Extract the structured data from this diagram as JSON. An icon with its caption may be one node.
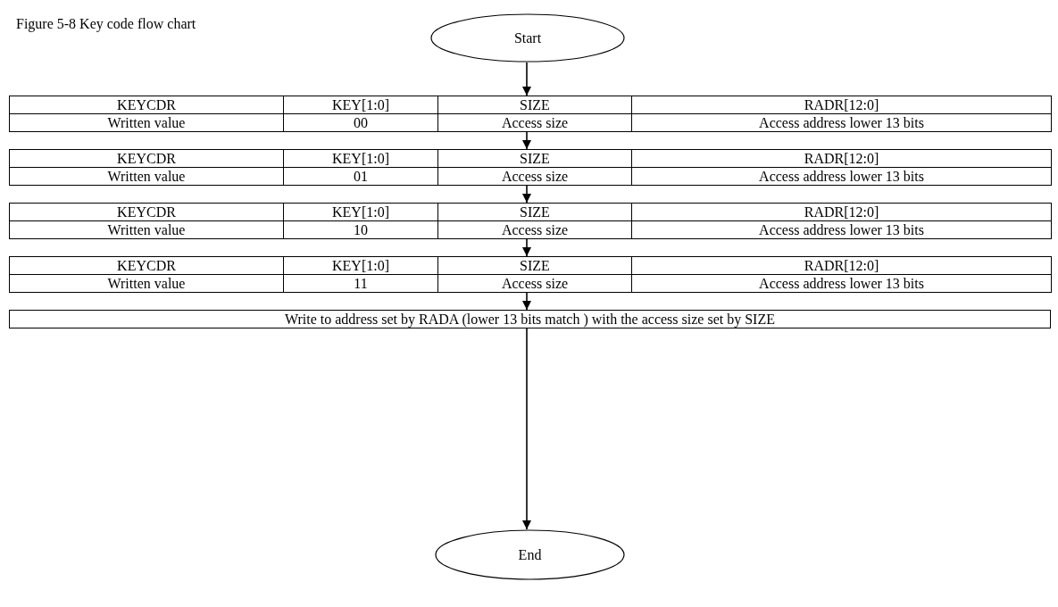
{
  "diagram": {
    "title": "Figure 5-8 Key code flow chart",
    "nodes": [
      {
        "text": [
          "Start"
        ]
      },
      {
        "text": [
          "KEYCDR",
          "KEY[1:0]",
          "SIZE",
          "RADR[12:0]",
          "Written value",
          "00",
          "Access size",
          "Access address lower 13 bits"
        ]
      },
      {
        "text": [
          "KEYCDR",
          "KEY[1:0]",
          "SIZE",
          "RADR[12:0]",
          "Written value",
          "01",
          "Access size",
          "Access address lower 13 bits"
        ]
      },
      {
        "text": [
          "KEYCDR",
          "KEY[1:0]",
          "SIZE",
          "RADR[12:0]",
          "Written value",
          "10",
          "Access size",
          "Access address lower 13 bits"
        ]
      },
      {
        "text": [
          "KEYCDR",
          "KEY[1:0]",
          "SIZE",
          "RADR[12:0]",
          "Written value",
          "11",
          "Access size",
          "Access address lower 13 bits"
        ]
      },
      {
        "text": [
          "Write to address set by RADA (lower 13 bits match ) with the access size set by SIZE"
        ]
      },
      {
        "text": [
          "End"
        ]
      }
    ],
    "edges": [
      {
        "from": 0,
        "to": 1,
        "arrow": "to"
      },
      {
        "from": 1,
        "to": 2,
        "arrow": "to"
      },
      {
        "from": 2,
        "to": 3,
        "arrow": "to"
      },
      {
        "from": 3,
        "to": 4,
        "arrow": "to"
      },
      {
        "from": 4,
        "to": 5,
        "arrow": "to"
      },
      {
        "from": 5,
        "to": 6,
        "arrow": "to"
      }
    ]
  }
}
